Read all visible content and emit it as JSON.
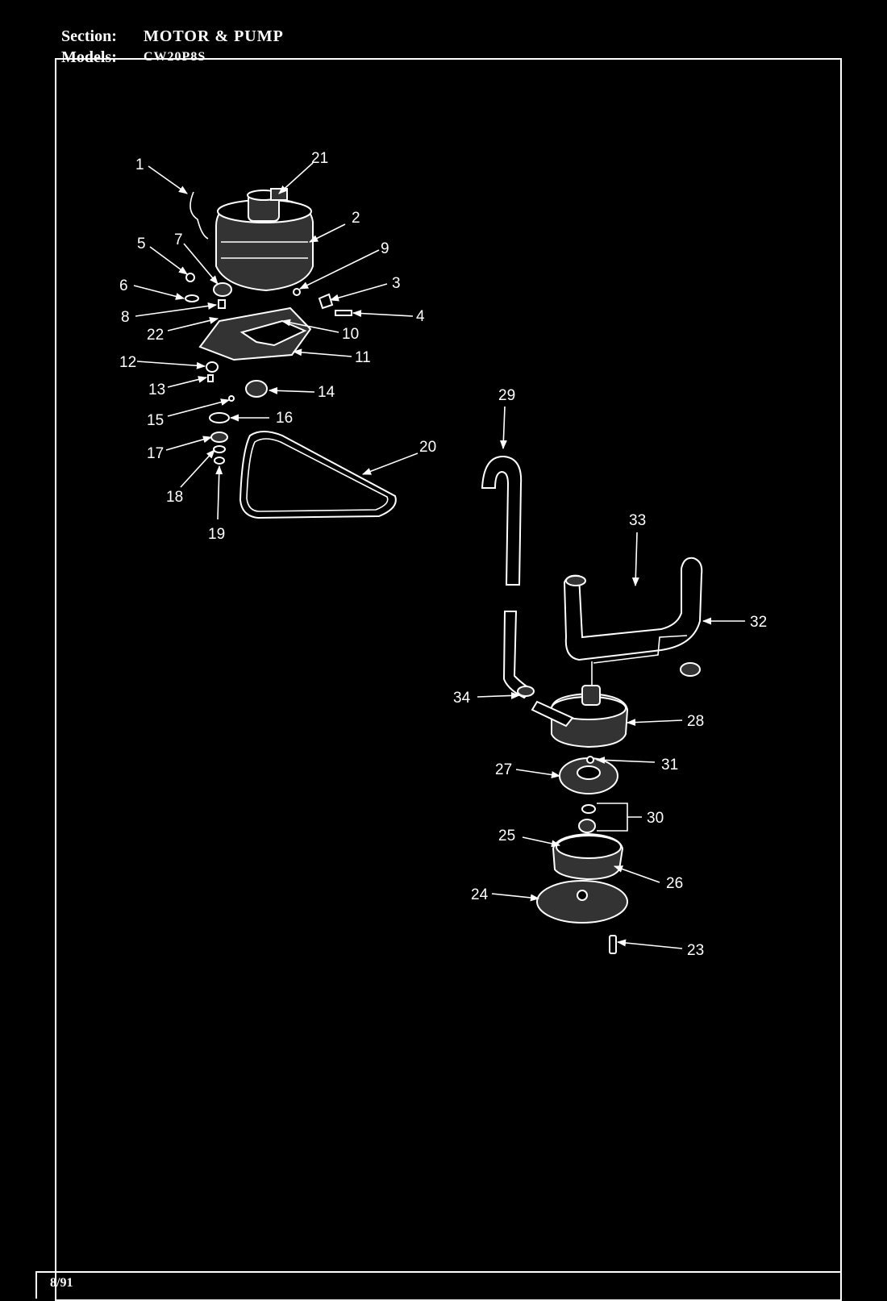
{
  "header": {
    "section_label": "Section:",
    "section_value": "MOTOR & PUMP",
    "models_label": "Models:",
    "models_value": "CW20P8S"
  },
  "footer": {
    "date": "8/91"
  },
  "callouts": [
    "1",
    "2",
    "3",
    "4",
    "5",
    "6",
    "7",
    "8",
    "9",
    "10",
    "11",
    "12",
    "13",
    "14",
    "15",
    "16",
    "17",
    "18",
    "19",
    "20",
    "21",
    "22",
    "23",
    "24",
    "25",
    "26",
    "27",
    "28",
    "29",
    "30",
    "31",
    "32",
    "33",
    "34"
  ]
}
